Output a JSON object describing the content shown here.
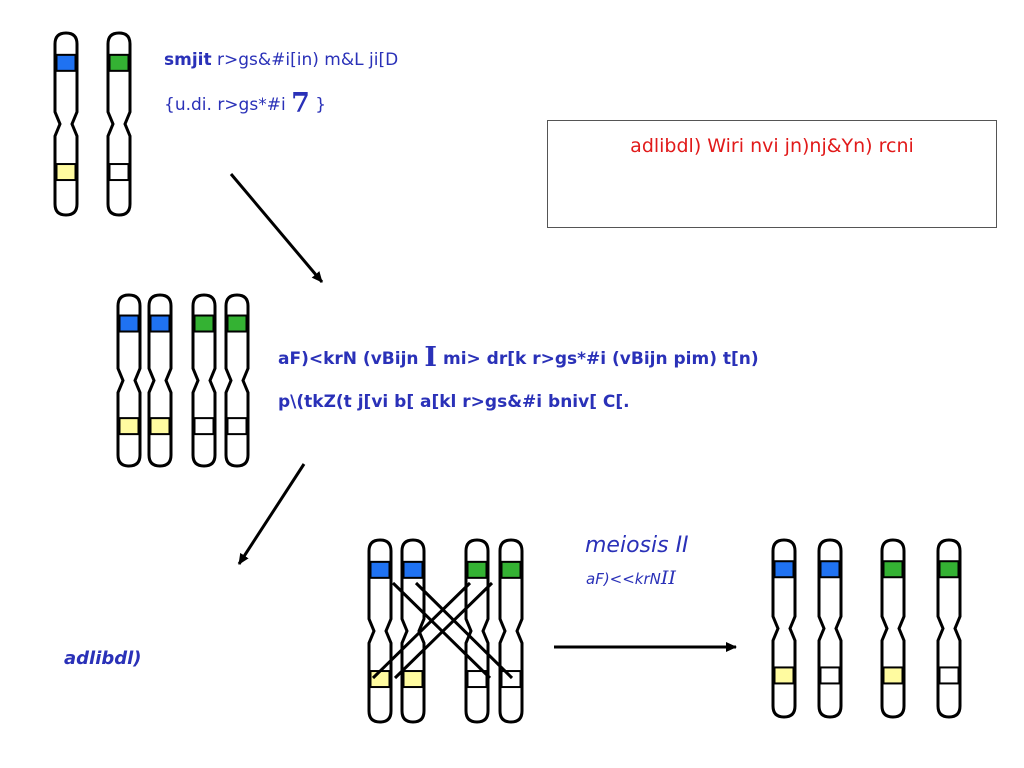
{
  "colors": {
    "chromosome_outline": "#000000",
    "band_blue": "#1f72f2",
    "band_green": "#34b233",
    "band_yellow": "#fffba0",
    "text_blue": "#2a31b8",
    "text_red": "#e11a1a"
  },
  "top_label": {
    "line1_bold": "smjit",
    "line1_rest": " r>gs&#i[in) m&L ji[D",
    "line2_pre": "{u.di.  r>gs*#i ",
    "line2_num": "7",
    "line2_post": " }"
  },
  "note_box": {
    "text": "adlibdl) Wiri nvi jn)nj&Yn) rcni"
  },
  "middle_label": {
    "line1_pre": "aF)<krN (vBijn ",
    "line1_roman": "I",
    "line1_post": "  mi> dr[k r>gs*#i (vBijn pim) t[n)",
    "line2": "p\\(tkZ(t j[vi b[  a[kl r>gs&#i bniv[ C[."
  },
  "meiosis_label": {
    "title": "meiosis II",
    "sub_pre": "aF)<<krN",
    "sub_roman": "II"
  },
  "bottom_label": {
    "text": "adlibdl)"
  }
}
